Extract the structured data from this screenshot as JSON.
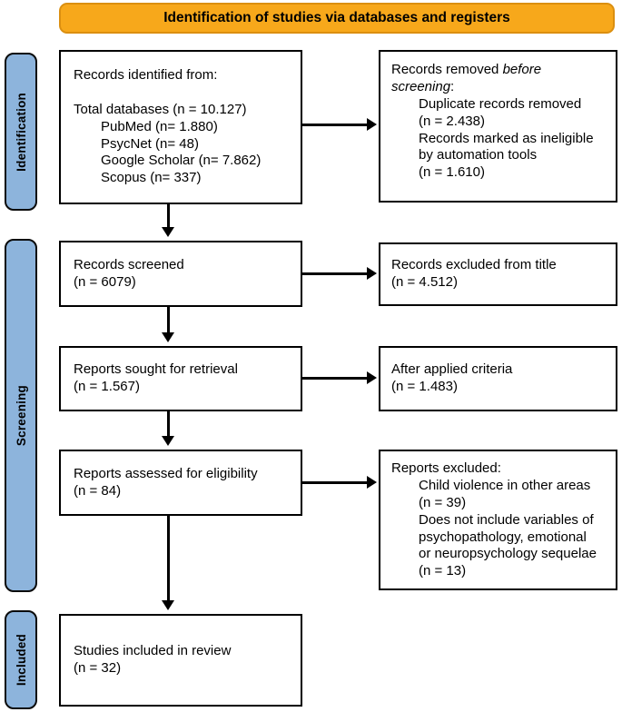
{
  "banner": {
    "title": "Identification of studies via databases and registers"
  },
  "sidebar": {
    "items": [
      {
        "label": "Identification"
      },
      {
        "label": "Screening"
      },
      {
        "label": "Included"
      }
    ]
  },
  "boxes": {
    "records_identified": {
      "lines": [
        {
          "indent": 0,
          "parts": [
            {
              "text": "Records identified from:"
            }
          ]
        },
        {
          "indent": 0,
          "parts": [
            {
              "text": ""
            }
          ]
        },
        {
          "indent": 0,
          "parts": [
            {
              "text": "Total databases (n = 10.127)"
            }
          ]
        },
        {
          "indent": 1,
          "parts": [
            {
              "text": "PubMed (n= 1.880)"
            }
          ]
        },
        {
          "indent": 1,
          "parts": [
            {
              "text": "PsycNet (n= 48)"
            }
          ]
        },
        {
          "indent": 1,
          "parts": [
            {
              "text": "Google Scholar (n= 7.862)"
            }
          ]
        },
        {
          "indent": 1,
          "parts": [
            {
              "text": "Scopus (n= 337)"
            }
          ]
        }
      ]
    },
    "records_removed": {
      "lines": [
        {
          "indent": 0,
          "parts": [
            {
              "text": "Records removed "
            },
            {
              "text": "before",
              "italic": true
            }
          ]
        },
        {
          "indent": 0,
          "parts": [
            {
              "text": "screening",
              "italic": true
            },
            {
              "text": ":"
            }
          ]
        },
        {
          "indent": 1,
          "parts": [
            {
              "text": "Duplicate records removed"
            }
          ]
        },
        {
          "indent": 1,
          "parts": [
            {
              "text": "(n = 2.438)"
            }
          ]
        },
        {
          "indent": 1,
          "parts": [
            {
              "text": "Records marked as ineligible"
            }
          ]
        },
        {
          "indent": 1,
          "parts": [
            {
              "text": "by automation tools"
            }
          ]
        },
        {
          "indent": 1,
          "parts": [
            {
              "text": "(n = 1.610)"
            }
          ]
        }
      ]
    },
    "records_screened": {
      "lines": [
        {
          "indent": 0,
          "parts": [
            {
              "text": "Records screened"
            }
          ]
        },
        {
          "indent": 0,
          "parts": [
            {
              "text": "(n = 6079)"
            }
          ]
        }
      ]
    },
    "records_excluded_title": {
      "lines": [
        {
          "indent": 0,
          "parts": [
            {
              "text": "Records excluded from title"
            }
          ]
        },
        {
          "indent": 0,
          "parts": [
            {
              "text": "(n = 4.512)"
            }
          ]
        }
      ]
    },
    "reports_sought": {
      "lines": [
        {
          "indent": 0,
          "parts": [
            {
              "text": "Reports sought for retrieval"
            }
          ]
        },
        {
          "indent": 0,
          "parts": [
            {
              "text": "(n = 1.567)"
            }
          ]
        }
      ]
    },
    "after_criteria": {
      "lines": [
        {
          "indent": 0,
          "parts": [
            {
              "text": "After applied criteria"
            }
          ]
        },
        {
          "indent": 0,
          "parts": [
            {
              "text": "(n = 1.483)"
            }
          ]
        }
      ]
    },
    "reports_assessed": {
      "lines": [
        {
          "indent": 0,
          "parts": [
            {
              "text": "Reports assessed for eligibility"
            }
          ]
        },
        {
          "indent": 0,
          "parts": [
            {
              "text": "(n = 84)"
            }
          ]
        }
      ]
    },
    "reports_excluded": {
      "lines": [
        {
          "indent": 0,
          "parts": [
            {
              "text": "Reports excluded:"
            }
          ]
        },
        {
          "indent": 1,
          "parts": [
            {
              "text": "Child violence in other areas"
            }
          ]
        },
        {
          "indent": 1,
          "parts": [
            {
              "text": "(n = 39)"
            }
          ]
        },
        {
          "indent": 1,
          "parts": [
            {
              "text": "Does not include variables of"
            }
          ]
        },
        {
          "indent": 1,
          "parts": [
            {
              "text": "psychopathology, emotional"
            }
          ]
        },
        {
          "indent": 1,
          "parts": [
            {
              "text": "or neuropsychology sequelae"
            }
          ]
        },
        {
          "indent": 1,
          "parts": [
            {
              "text": "(n = 13)"
            }
          ]
        }
      ]
    },
    "studies_included": {
      "lines": [
        {
          "indent": 0,
          "parts": [
            {
              "text": "Studies included in review"
            }
          ]
        },
        {
          "indent": 0,
          "parts": [
            {
              "text": "(n = 32)"
            }
          ]
        }
      ]
    }
  },
  "colors": {
    "banner_fill": "#F7A81B",
    "banner_border": "#DB8F10",
    "sidebar_fill": "#8DB4DC",
    "box_border": "#000000"
  }
}
